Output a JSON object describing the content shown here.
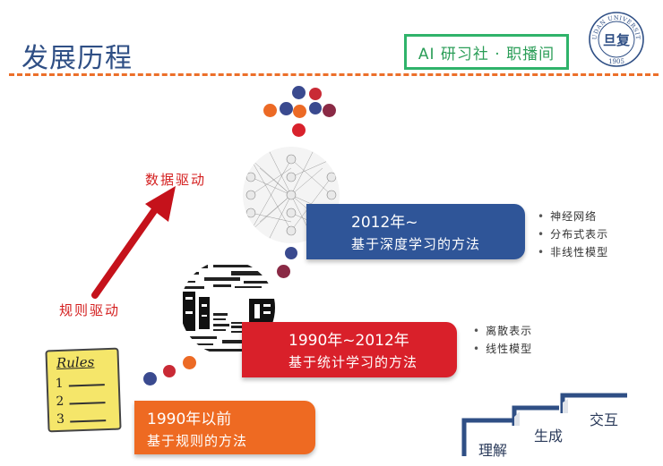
{
  "header": {
    "title": "发展历程",
    "brand": "AI 研习社 · 职播间",
    "logo_top_text": "FUDAN UNIVERSITY",
    "logo_year": "1905",
    "logo_glyph": "旦复"
  },
  "arrow": {
    "top_label": "数据驱动",
    "bottom_label": "规则驱动"
  },
  "rules_card": {
    "title": "Rules",
    "items": [
      "1",
      "2",
      "3"
    ]
  },
  "stages": [
    {
      "period": "1990年以前",
      "method": "基于规则的方法",
      "color": "#ee6a22"
    },
    {
      "period": "1990年~2012年",
      "method": "基于统计学习的方法",
      "color": "#d9202a",
      "bullets": [
        "离散表示",
        "线性模型"
      ]
    },
    {
      "period": "2012年~",
      "method": "基于深度学习的方法",
      "color": "#2f5598",
      "bullets": [
        "神经网络",
        "分布式表示",
        "非线性模型"
      ]
    }
  ],
  "stairs": {
    "steps": [
      "理解",
      "生成",
      "交互"
    ],
    "color": "#2f4f85"
  }
}
